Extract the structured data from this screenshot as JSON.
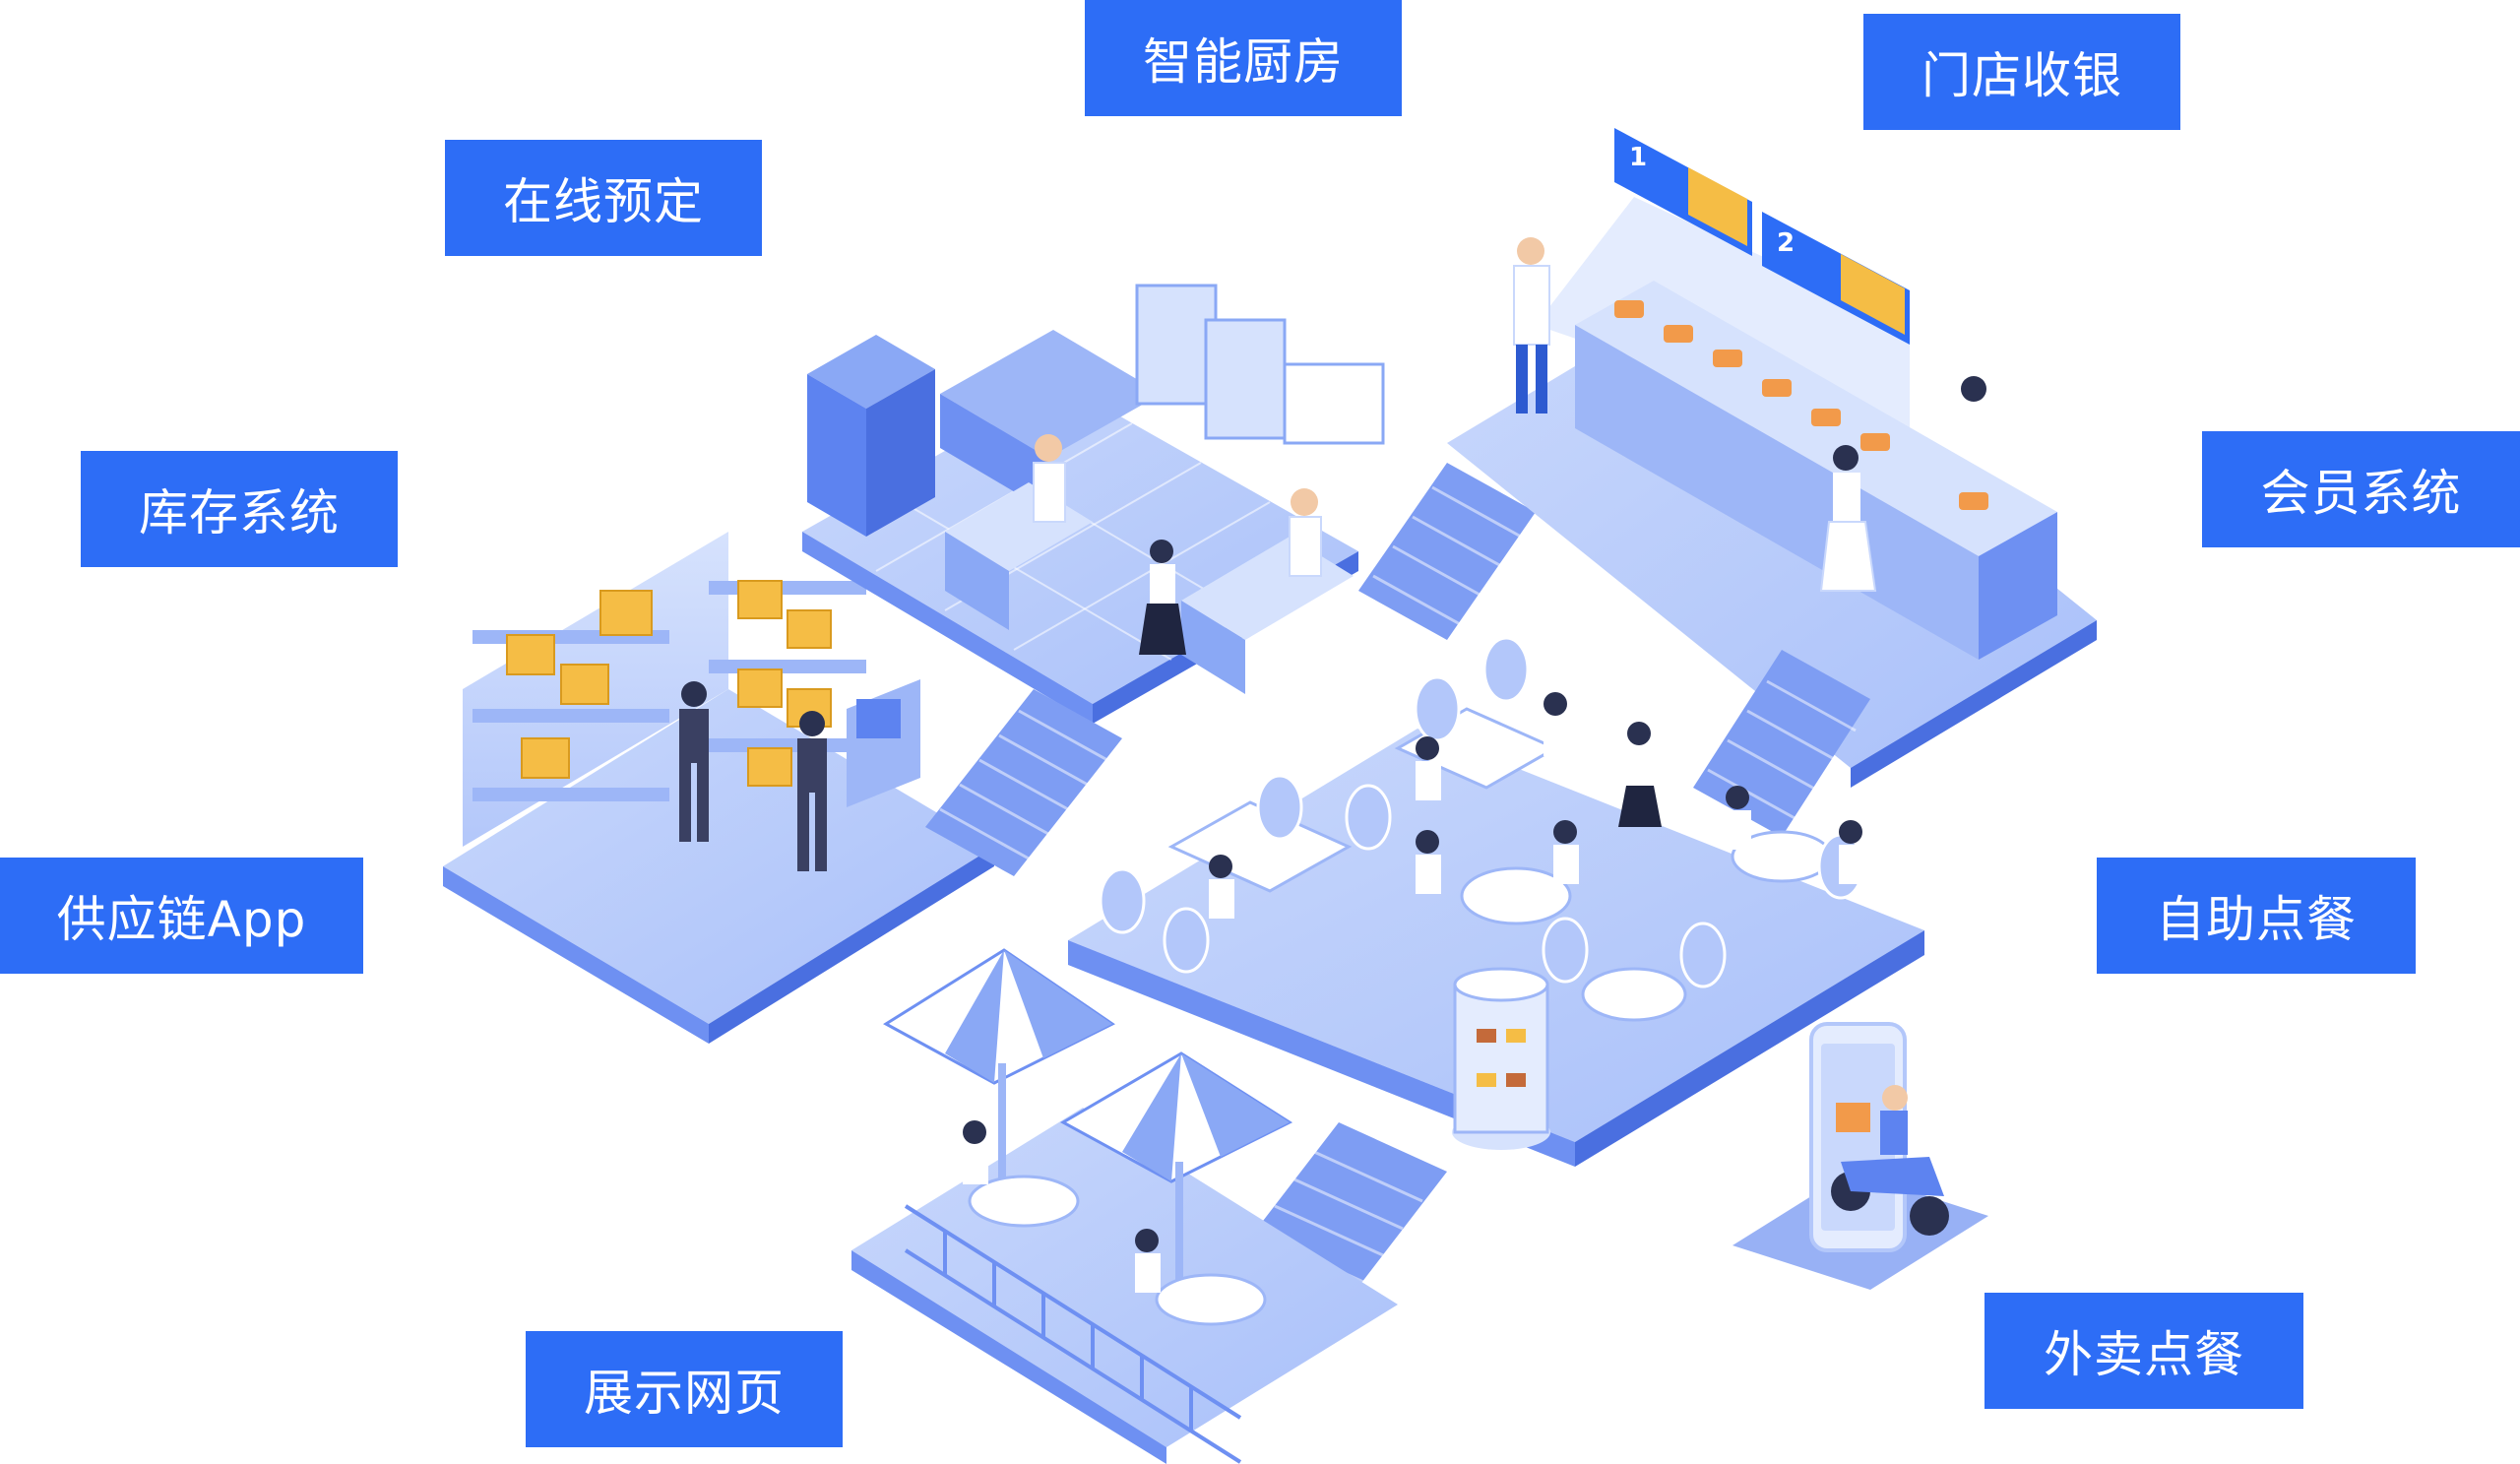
{
  "labels": [
    {
      "id": "smart-kitchen",
      "text": "智能厨房"
    },
    {
      "id": "store-cashier",
      "text": "门店收银"
    },
    {
      "id": "online-reservation",
      "text": "在线预定"
    },
    {
      "id": "inventory-system",
      "text": "库存系统"
    },
    {
      "id": "member-system",
      "text": "会员系统"
    },
    {
      "id": "supply-chain-app",
      "text": "供应链App"
    },
    {
      "id": "self-service-ordering",
      "text": "自助点餐"
    },
    {
      "id": "takeout-ordering",
      "text": "外卖点餐"
    },
    {
      "id": "showcase-webpage",
      "text": "展示网页"
    }
  ],
  "colors": {
    "accent": "#2d6df6",
    "floor_top": "#bfd0fb",
    "floor_side": "#6e90f2",
    "floor_dark": "#4a6fe0",
    "crate": "#f5bd45",
    "counter": "#c9d8fc"
  },
  "illustration": {
    "scenes": [
      "warehouse",
      "kitchen",
      "cashier-counter",
      "dining-area",
      "outdoor-cafe",
      "delivery-phone"
    ],
    "icons": [
      "menu-board-1-icon",
      "menu-board-2-icon",
      "scooter-icon",
      "umbrella-icon",
      "cake-display-icon"
    ],
    "menu_board_numbers": [
      "1",
      "2"
    ]
  }
}
